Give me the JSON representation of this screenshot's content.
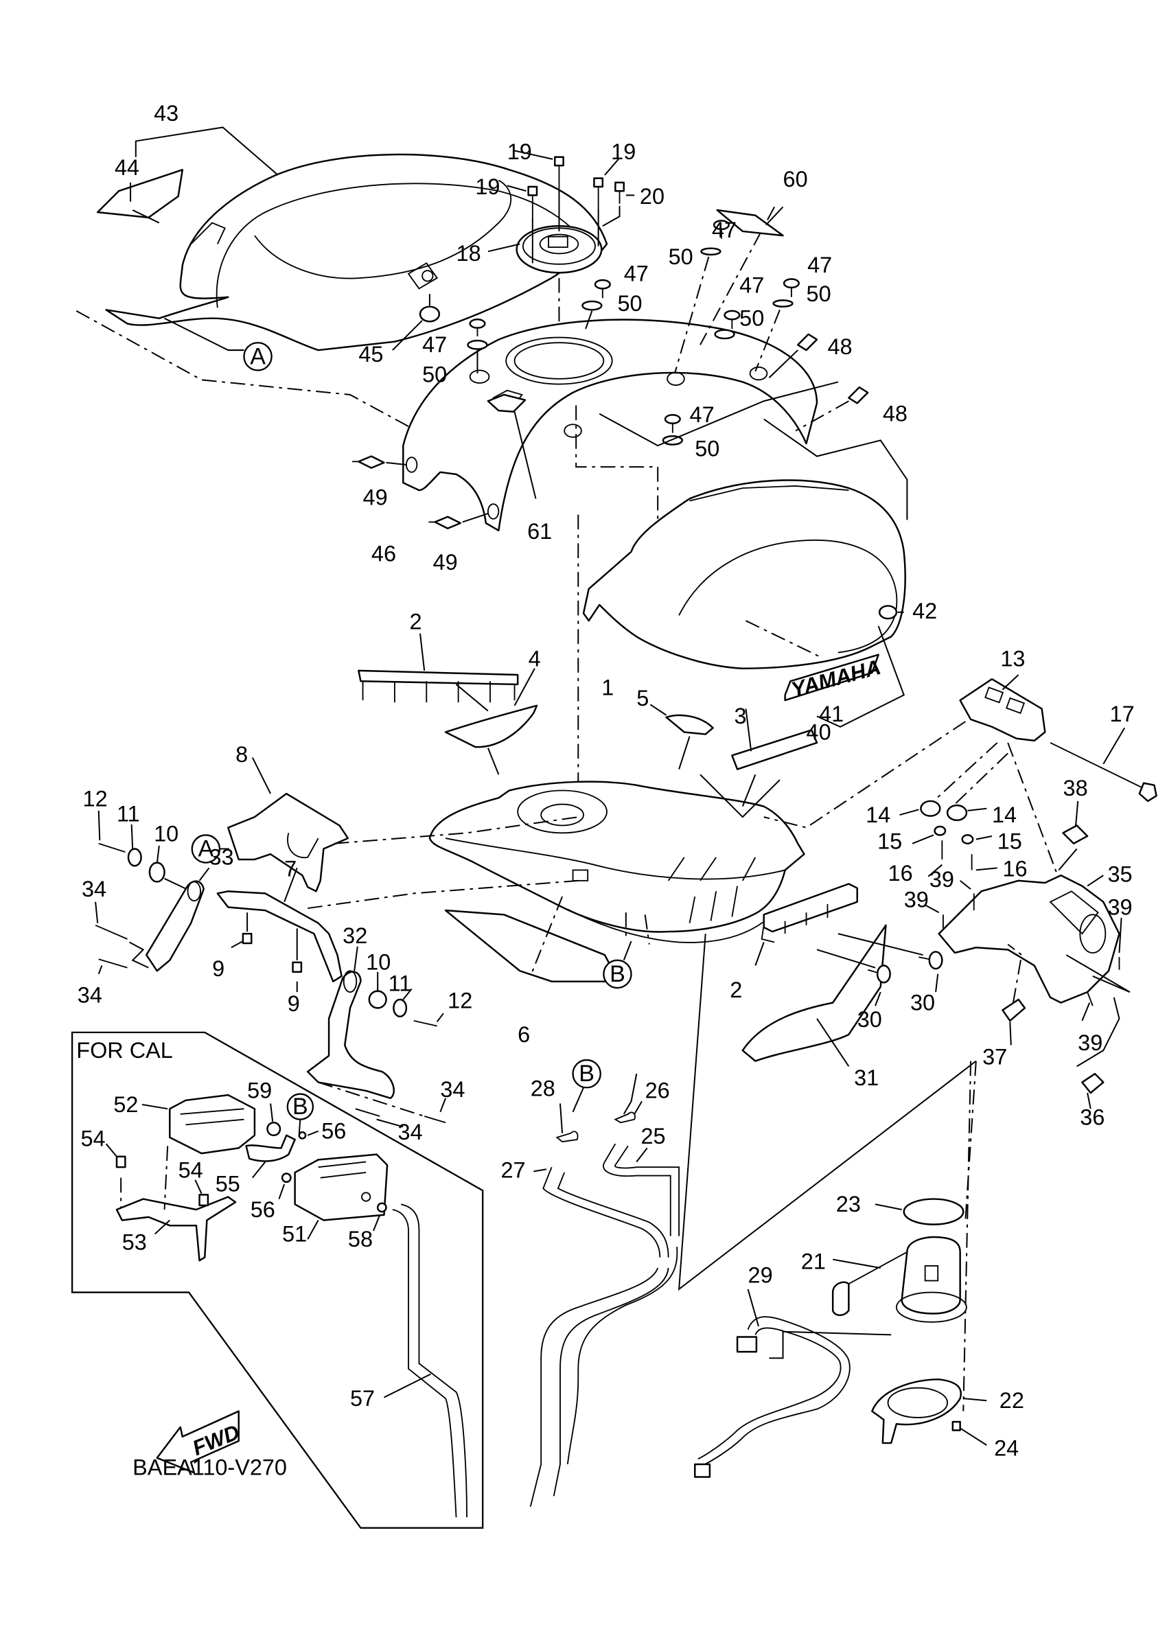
{
  "diagram": {
    "title": "Fuel Tank Exploded Parts Diagram",
    "drawing_code": "BAEA110-V270",
    "inset_title": "FOR CAL",
    "direction_label": "FWD",
    "decal_text": "YAMAHA",
    "reference_markers": [
      "A",
      "B"
    ],
    "callouts": [
      {
        "id": "c1",
        "label": "1"
      },
      {
        "id": "c2a",
        "label": "2"
      },
      {
        "id": "c2b",
        "label": "2"
      },
      {
        "id": "c3",
        "label": "3"
      },
      {
        "id": "c4",
        "label": "4"
      },
      {
        "id": "c5",
        "label": "5"
      },
      {
        "id": "c6",
        "label": "6"
      },
      {
        "id": "c7",
        "label": "7"
      },
      {
        "id": "c8",
        "label": "8"
      },
      {
        "id": "c9a",
        "label": "9"
      },
      {
        "id": "c9b",
        "label": "9"
      },
      {
        "id": "c10a",
        "label": "10"
      },
      {
        "id": "c10b",
        "label": "10"
      },
      {
        "id": "c11a",
        "label": "11"
      },
      {
        "id": "c11b",
        "label": "11"
      },
      {
        "id": "c12a",
        "label": "12"
      },
      {
        "id": "c12b",
        "label": "12"
      },
      {
        "id": "c13",
        "label": "13"
      },
      {
        "id": "c14a",
        "label": "14"
      },
      {
        "id": "c14b",
        "label": "14"
      },
      {
        "id": "c15a",
        "label": "15"
      },
      {
        "id": "c15b",
        "label": "15"
      },
      {
        "id": "c16a",
        "label": "16"
      },
      {
        "id": "c16b",
        "label": "16"
      },
      {
        "id": "c17",
        "label": "17"
      },
      {
        "id": "c18",
        "label": "18"
      },
      {
        "id": "c19a",
        "label": "19"
      },
      {
        "id": "c19b",
        "label": "19"
      },
      {
        "id": "c19c",
        "label": "19"
      },
      {
        "id": "c20",
        "label": "20"
      },
      {
        "id": "c21",
        "label": "21"
      },
      {
        "id": "c22",
        "label": "22"
      },
      {
        "id": "c23",
        "label": "23"
      },
      {
        "id": "c24",
        "label": "24"
      },
      {
        "id": "c25",
        "label": "25"
      },
      {
        "id": "c26",
        "label": "26"
      },
      {
        "id": "c27",
        "label": "27"
      },
      {
        "id": "c28",
        "label": "28"
      },
      {
        "id": "c29",
        "label": "29"
      },
      {
        "id": "c30a",
        "label": "30"
      },
      {
        "id": "c30b",
        "label": "30"
      },
      {
        "id": "c31",
        "label": "31"
      },
      {
        "id": "c32",
        "label": "32"
      },
      {
        "id": "c33",
        "label": "33"
      },
      {
        "id": "c34a",
        "label": "34"
      },
      {
        "id": "c34b",
        "label": "34"
      },
      {
        "id": "c34c",
        "label": "34"
      },
      {
        "id": "c34d",
        "label": "34"
      },
      {
        "id": "c35",
        "label": "35"
      },
      {
        "id": "c36",
        "label": "36"
      },
      {
        "id": "c37",
        "label": "37"
      },
      {
        "id": "c38",
        "label": "38"
      },
      {
        "id": "c39a",
        "label": "39"
      },
      {
        "id": "c39b",
        "label": "39"
      },
      {
        "id": "c39c",
        "label": "39"
      },
      {
        "id": "c39d",
        "label": "39"
      },
      {
        "id": "c40",
        "label": "40"
      },
      {
        "id": "c41",
        "label": "41"
      },
      {
        "id": "c42",
        "label": "42"
      },
      {
        "id": "c43",
        "label": "43"
      },
      {
        "id": "c44",
        "label": "44"
      },
      {
        "id": "c45",
        "label": "45"
      },
      {
        "id": "c46",
        "label": "46"
      },
      {
        "id": "c47a",
        "label": "47"
      },
      {
        "id": "c47b",
        "label": "47"
      },
      {
        "id": "c47c",
        "label": "47"
      },
      {
        "id": "c47d",
        "label": "47"
      },
      {
        "id": "c47e",
        "label": "47"
      },
      {
        "id": "c47f",
        "label": "47"
      },
      {
        "id": "c48a",
        "label": "48"
      },
      {
        "id": "c48b",
        "label": "48"
      },
      {
        "id": "c49a",
        "label": "49"
      },
      {
        "id": "c49b",
        "label": "49"
      },
      {
        "id": "c50a",
        "label": "50"
      },
      {
        "id": "c50b",
        "label": "50"
      },
      {
        "id": "c50c",
        "label": "50"
      },
      {
        "id": "c50d",
        "label": "50"
      },
      {
        "id": "c50e",
        "label": "50"
      },
      {
        "id": "c50f",
        "label": "50"
      },
      {
        "id": "c51",
        "label": "51"
      },
      {
        "id": "c52",
        "label": "52"
      },
      {
        "id": "c53",
        "label": "53"
      },
      {
        "id": "c54a",
        "label": "54"
      },
      {
        "id": "c54b",
        "label": "54"
      },
      {
        "id": "c55",
        "label": "55"
      },
      {
        "id": "c56a",
        "label": "56"
      },
      {
        "id": "c56b",
        "label": "56"
      },
      {
        "id": "c57",
        "label": "57"
      },
      {
        "id": "c58",
        "label": "58"
      },
      {
        "id": "c59",
        "label": "59"
      },
      {
        "id": "c60",
        "label": "60"
      },
      {
        "id": "c61",
        "label": "61"
      }
    ]
  }
}
